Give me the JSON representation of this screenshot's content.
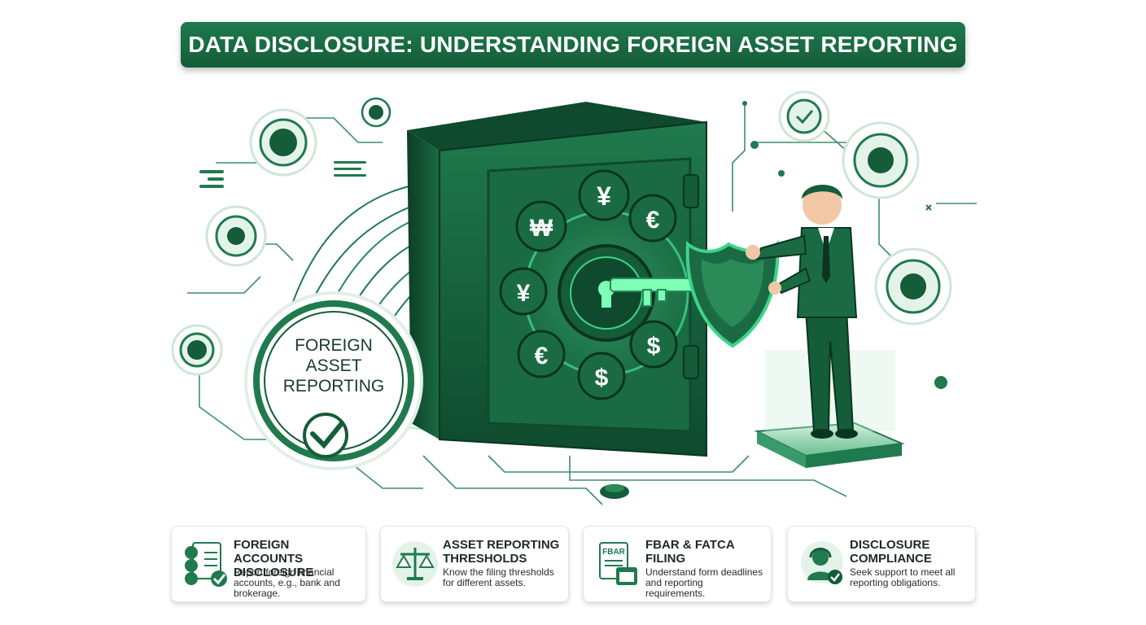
{
  "title": "DATA DISCLOSURE: UNDERSTANDING FOREIGN ASSET REPORTING",
  "badge": {
    "lines": [
      "FOREIGN",
      "ASSET",
      "REPORTING"
    ]
  },
  "safe": {
    "currency_symbols": [
      "¥",
      "₩",
      "€",
      "¥",
      "€",
      "$",
      "$"
    ],
    "document_label": "FBAR"
  },
  "cards": [
    {
      "title_line1": "FOREIGN ACCOUNTS",
      "title_line2": "DISCLOSURE",
      "desc_line1": "Report foreign financial",
      "desc_line2": "accounts, e.g., bank and",
      "desc_line3": "brokerage."
    },
    {
      "title_line1": "ASSET REPORTING",
      "title_line2": "THRESHOLDS",
      "desc_line1": "Know the filing thresholds",
      "desc_line2": "for different assets.",
      "desc_line3": ""
    },
    {
      "title_line1": "FBAR & FATCA",
      "title_line2": "FILING",
      "desc_line1": "Understand form deadlines",
      "desc_line2": "and reporting requirements.",
      "desc_line3": ""
    },
    {
      "title_line1": "DISCLOSURE",
      "title_line2": "COMPLIANCE",
      "desc_line1": "Seek support to meet all",
      "desc_line2": "reporting obligations.",
      "desc_line3": ""
    }
  ],
  "icons": [
    "document-currency-icon",
    "balance-scale-icon",
    "fbar-calendar-icon",
    "support-agent-icon"
  ],
  "colors": {
    "primary": "#1f7a4d",
    "dark": "#155c39",
    "accent": "#3fd48a"
  }
}
